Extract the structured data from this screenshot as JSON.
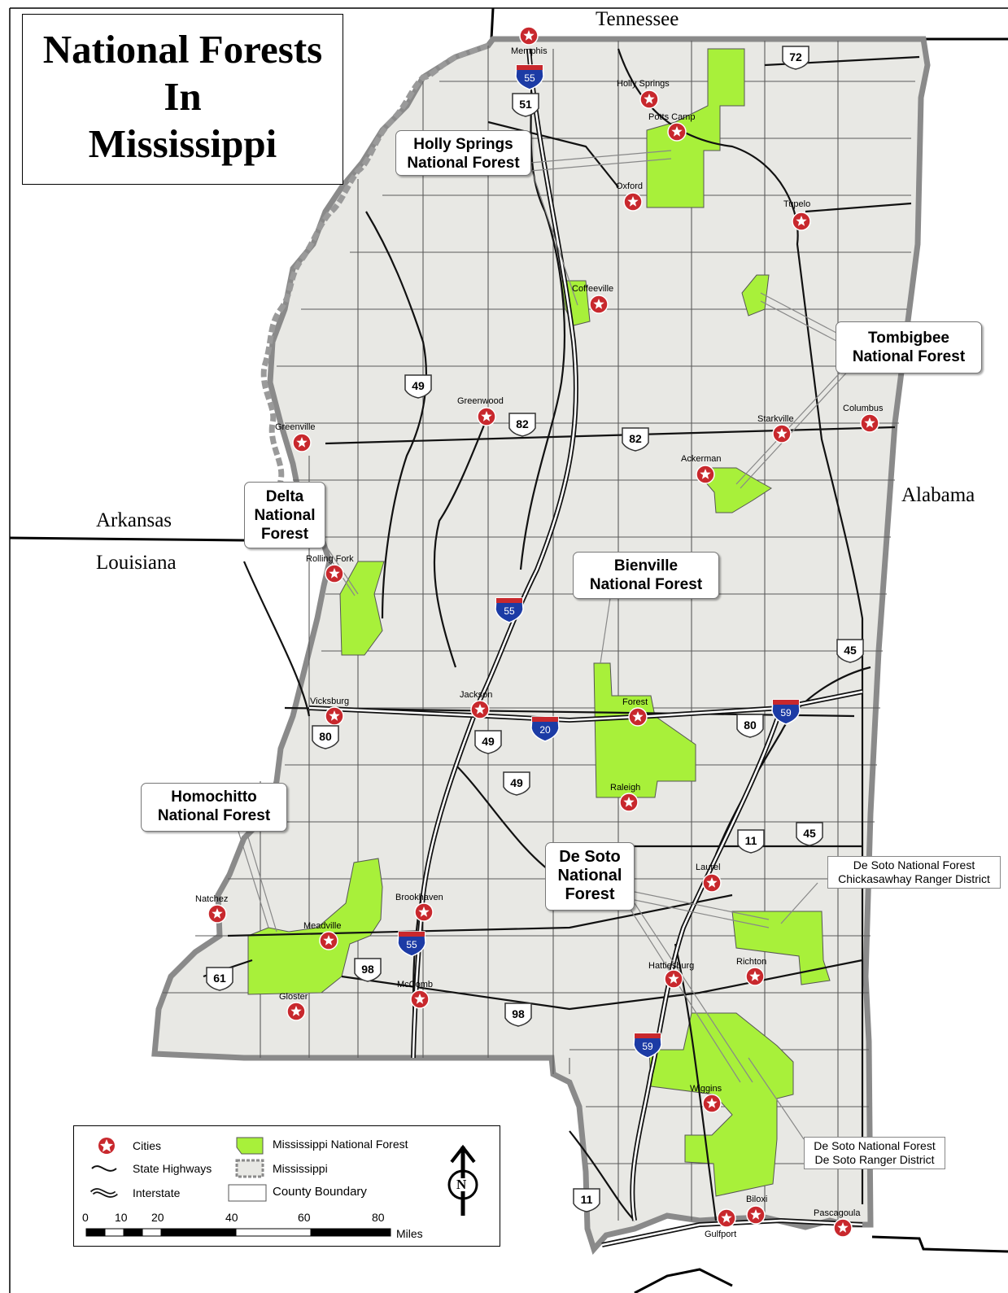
{
  "title": {
    "line1": "National Forests",
    "line2": "In",
    "line3": "Mississippi"
  },
  "neighbors": {
    "north": "Tennessee",
    "east": "Alabama",
    "west_upper": "Arkansas",
    "west_lower": "Louisiana"
  },
  "forests": [
    {
      "id": "holly",
      "line1": "Holly Springs",
      "line2": "National Forest"
    },
    {
      "id": "tombigbee",
      "line1": "Tombigbee",
      "line2": "National Forest"
    },
    {
      "id": "delta",
      "line1": "Delta",
      "line2": "National",
      "line3": "Forest"
    },
    {
      "id": "bienville",
      "line1": "Bienville",
      "line2": "National Forest"
    },
    {
      "id": "homochitto",
      "line1": "Homochitto",
      "line2": "National Forest"
    },
    {
      "id": "desoto",
      "line1": "De Soto",
      "line2": "National",
      "line3": "Forest"
    }
  ],
  "districts": [
    {
      "id": "chickasawhay",
      "line1": "De Soto National Forest",
      "line2": "Chickasawhay Ranger District"
    },
    {
      "id": "desoto_rd",
      "line1": "De Soto National Forest",
      "line2": "De Soto Ranger District"
    }
  ],
  "cities": [
    "Memphis",
    "Holly Springs",
    "Potts Camp",
    "Oxford",
    "Tupelo",
    "Coffeeville",
    "Greenwood",
    "Greenville",
    "Starkville",
    "Columbus",
    "Ackerman",
    "Rolling Fork",
    "Vicksburg",
    "Jackson",
    "Forest",
    "Raleigh",
    "Laurel",
    "Richton",
    "Natchez",
    "Meadville",
    "Brookhaven",
    "Gloster",
    "McComb",
    "Hattiesburg",
    "Wiggins",
    "Biloxi",
    "Gulfport",
    "Pascagoula"
  ],
  "interstates": [
    "55",
    "55",
    "55",
    "20",
    "59",
    "59"
  ],
  "highways": [
    "51",
    "72",
    "49",
    "82",
    "82",
    "45",
    "80",
    "80",
    "49",
    "49",
    "11",
    "45",
    "98",
    "98",
    "61",
    "11"
  ],
  "legend": {
    "cities": "Cities",
    "state_highways": "State Highways",
    "interstate": "Interstate",
    "national_forest": "Mississippi National Forest",
    "mississippi": "Mississippi",
    "county_boundary": "County Boundary",
    "north": "N",
    "scale_ticks": [
      "0",
      "10",
      "20",
      "40",
      "60",
      "80"
    ],
    "scale_unit": "Miles"
  },
  "colors": {
    "forest": "#a8f03a",
    "land": "#e8e8e4",
    "city_star": "#c8282d",
    "interstate": "#1c3ba5",
    "interstate_top": "#c8282d"
  }
}
